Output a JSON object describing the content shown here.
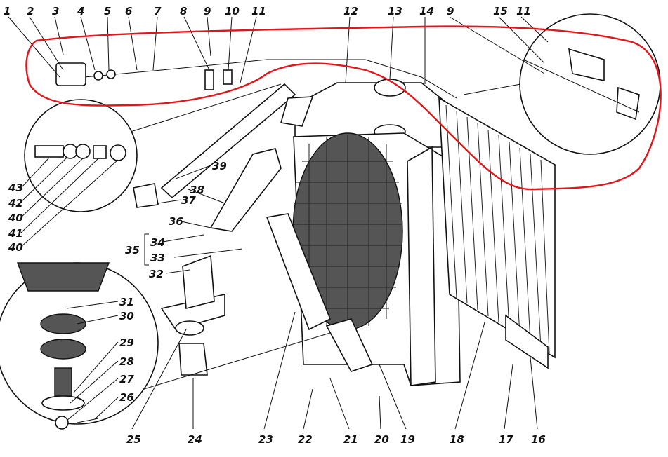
{
  "labels": {
    "n1": "1",
    "n2": "2",
    "n3": "3",
    "n4": "4",
    "n5": "5",
    "n6": "6",
    "n7": "7",
    "n8": "8",
    "n9": "9",
    "n10": "10",
    "n11": "11",
    "n12": "12",
    "n13": "13",
    "n14": "14",
    "n9b": "9",
    "n15": "15",
    "n11b": "11",
    "n39": "39",
    "n38": "38",
    "n37": "37",
    "n36": "36",
    "n43": "43",
    "n42": "42",
    "n40": "40",
    "n41": "41",
    "n40b": "40",
    "n35": "35",
    "n34": "34",
    "n33": "33",
    "n32": "32",
    "n31": "31",
    "n30": "30",
    "n29": "29",
    "n28": "28",
    "n27": "27",
    "n26": "26",
    "n25": "25",
    "n24": "24",
    "n23": "23",
    "n22": "22",
    "n21": "21",
    "n20": "20",
    "n19": "19",
    "n18": "18",
    "n17": "17",
    "n16": "16"
  },
  "colors": {
    "highlight_outline": "#e2151b",
    "ink": "#111111",
    "background": "#ffffff"
  }
}
